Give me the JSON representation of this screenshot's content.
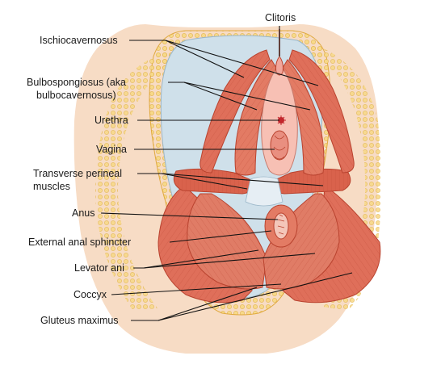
{
  "labels": {
    "clitoris": "Clitoris",
    "ischiocavernosus": "Ischiocavernosus",
    "bulbospongiosus_line1": "Bulbospongiosus (aka",
    "bulbospongiosus_line2": "bulbocavernosus)",
    "urethra": "Urethra",
    "vagina": "Vagina",
    "transverse_line1": "Transverse perineal",
    "transverse_line2": "muscles",
    "anus": "Anus",
    "external_anal_sphincter": "External anal sphincter",
    "levator_ani": "Levator ani",
    "coccyx": "Coccyx",
    "gluteus_maximus": "Gluteus maximus"
  },
  "colors": {
    "skin": "#f7dcc5",
    "fat_yellow": "#f4cc6a",
    "fascia_blue": "#cfe0ea",
    "muscle_red": "#df6f5a",
    "muscle_dark": "#c9543f",
    "mucosa_pink": "#f2a69b",
    "leader_line": "#111111"
  }
}
